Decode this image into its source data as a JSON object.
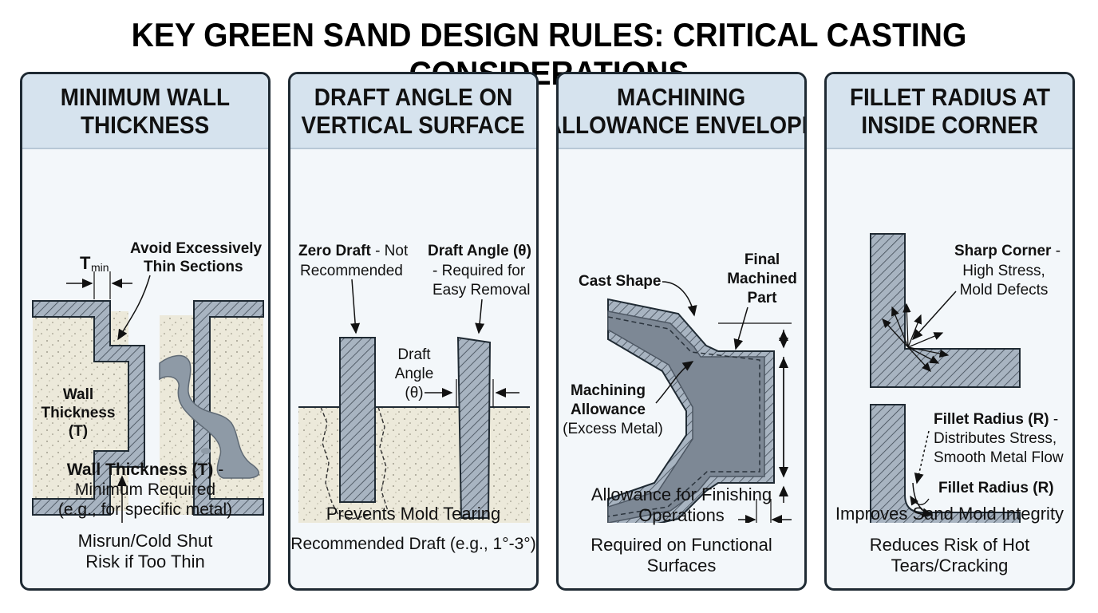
{
  "title": "KEY GREEN SAND DESIGN RULES: CRITICAL CASTING CONSIDERATIONS",
  "panels": [
    {
      "title_line1": "MINIMUM WALL",
      "title_line2": "THICKNESS",
      "labels": {
        "tmin_t": "T",
        "tmin_sub": "min",
        "avoid_line1": "Avoid Excessively",
        "avoid_line2": "Thin Sections",
        "wall_line1": "Wall",
        "wall_line2": "Thickness",
        "wall_line3": "(T)",
        "req_bold": "Wall Thickness (T)",
        "req_dash": " -",
        "req_line2": "Minimum Required",
        "req_line3": "(e.g., for specific metal)"
      },
      "caption_line1": "Misrun/Cold Shut",
      "caption_line2": "Risk if Too Thin"
    },
    {
      "title_line1": "DRAFT ANGLE ON",
      "title_line2": "VERTICAL SURFACE",
      "labels": {
        "zero_bold": "Zero Draft",
        "zero_rest": " - Not",
        "zero_line2": "Recommended",
        "draft_bold": "Draft Angle (θ)",
        "draft_line2": "- Required for",
        "draft_line3": "Easy Removal",
        "angle_line1": "Draft",
        "angle_line2": "Angle",
        "angle_line3": "(θ)"
      },
      "caption_line1": "Prevents Mold Tearing",
      "caption_line2": "Recommended Draft (e.g., 1°-3°)"
    },
    {
      "title_line1": "MACHINING",
      "title_line2": "ALLOWANCE ENVELOPE",
      "labels": {
        "cast": "Cast Shape",
        "final_line1": "Final",
        "final_line2": "Machined",
        "final_line3": "Part",
        "mach_line1": "Machining",
        "mach_line2": "Allowance",
        "mach_line3": "(Excess Metal)"
      },
      "caption_line1": "Allowance for Finishing",
      "caption_line2": "Operations",
      "caption_line3": "Required on Functional",
      "caption_line4": "Surfaces"
    },
    {
      "title_line1": "FILLET RADIUS AT",
      "title_line2": "INSIDE CORNER",
      "labels": {
        "sharp_bold": "Sharp Corner",
        "sharp_dash": " -",
        "sharp_line2": "High Stress,",
        "sharp_line3": "Mold Defects",
        "fillet_bold": "Fillet Radius (R)",
        "fillet_dash": " -",
        "fillet_line2": "Distributes Stress,",
        "fillet_line3": "Smooth Metal Flow",
        "fillet_r": "Fillet Radius (R)"
      },
      "caption_line1": "Improves Sand Mold Integrity",
      "caption_line2": "Reduces Risk of Hot",
      "caption_line3": "Tears/Cracking"
    }
  ],
  "colors": {
    "frame": "#1f2a33",
    "header": "#d6e3ee",
    "panel_bg": "#f3f7fa",
    "sand": "#ece9da",
    "metal": "#a8b4c1",
    "metal_dark": "#6f7a86"
  }
}
